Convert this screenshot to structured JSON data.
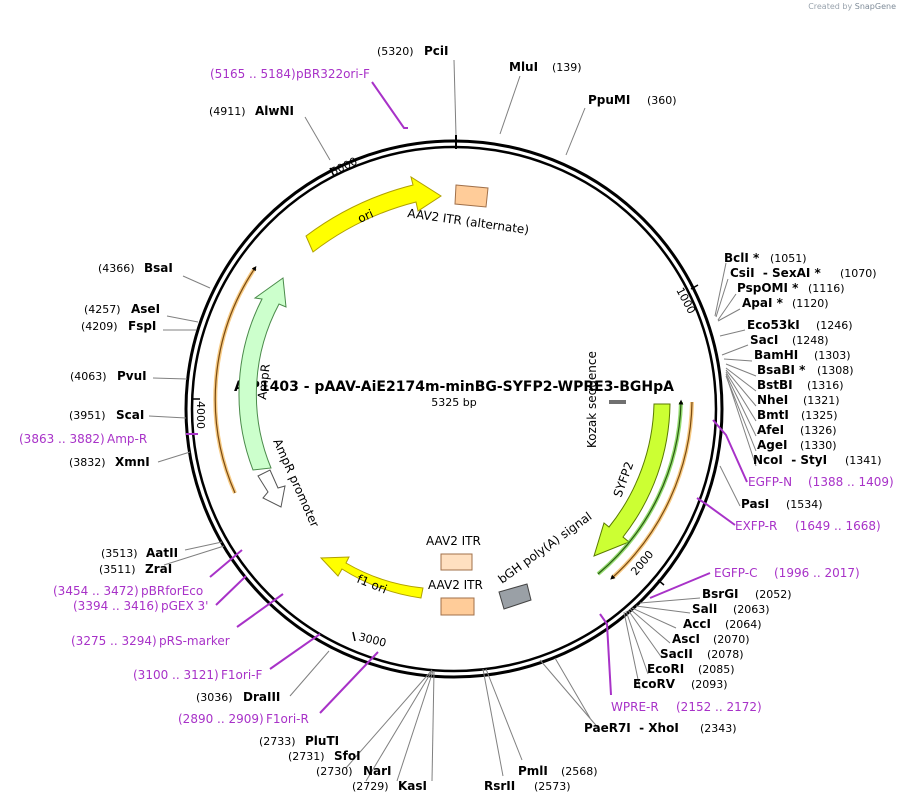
{
  "credit": {
    "prefix": "Created by",
    "brand": "SnapGene"
  },
  "plasmid": {
    "name": "AiP1403 - pAAV-AiE2174m-minBG-SYFP2-WPRE3-BGHpA",
    "length_label": "5325 bp"
  },
  "ticks": [
    "1000",
    "2000",
    "3000",
    "4000",
    "5000"
  ],
  "features": [
    {
      "label": "ori",
      "color": "#ffff00"
    },
    {
      "label": "AAV2 ITR (alternate)",
      "color": "#ffcc99"
    },
    {
      "label": "AmpR",
      "color": "#ccffcc"
    },
    {
      "label": "AmpR promoter",
      "color": "#ffffff"
    },
    {
      "label": "Kozak sequence",
      "color": "#808080"
    },
    {
      "label": "SYFP2",
      "color": "#ccff33"
    },
    {
      "label": "bGH poly(A) signal",
      "color": "#999999"
    },
    {
      "label": "AAV2 ITR",
      "color": "#ffcc99"
    },
    {
      "label": "AAV2 ITR",
      "color": "#ffe0c0"
    },
    {
      "label": "f1 ori",
      "color": "#ffff00"
    }
  ],
  "sites_left": [
    {
      "name": "PciI",
      "pos": "(5320)"
    },
    {
      "name": "AlwNI",
      "pos": "(4911)"
    },
    {
      "name": "BsaI",
      "pos": "(4366)"
    },
    {
      "name": "AseI",
      "pos": "(4257)"
    },
    {
      "name": "FspI",
      "pos": "(4209)"
    },
    {
      "name": "PvuI",
      "pos": "(4063)"
    },
    {
      "name": "ScaI",
      "pos": "(3951)"
    },
    {
      "name": "XmnI",
      "pos": "(3832)"
    },
    {
      "name": "AatII",
      "pos": "(3513)"
    },
    {
      "name": "ZraI",
      "pos": "(3511)"
    },
    {
      "name": "DraIII",
      "pos": "(3036)"
    },
    {
      "name": "PluTI",
      "pos": "(2733)"
    },
    {
      "name": "SfoI",
      "pos": "(2731)"
    },
    {
      "name": "NarI",
      "pos": "(2730)"
    },
    {
      "name": "KasI",
      "pos": "(2729)"
    }
  ],
  "sites_right": [
    {
      "name": "MluI",
      "pos": "(139)"
    },
    {
      "name": "PpuMI",
      "pos": "(360)"
    },
    {
      "name": "BclI *",
      "pos": "(1051)"
    },
    {
      "name": "CsiI  - SexAI *",
      "pos": "(1070)"
    },
    {
      "name": "PspOMI *",
      "pos": "(1116)"
    },
    {
      "name": "ApaI *",
      "pos": "(1120)"
    },
    {
      "name": "Eco53kI",
      "pos": "(1246)"
    },
    {
      "name": "SacI",
      "pos": "(1248)"
    },
    {
      "name": "BamHI",
      "pos": "(1303)"
    },
    {
      "name": "BsaBI *",
      "pos": "(1308)"
    },
    {
      "name": "BstBI",
      "pos": "(1316)"
    },
    {
      "name": "NheI",
      "pos": "(1321)"
    },
    {
      "name": "BmtI",
      "pos": "(1325)"
    },
    {
      "name": "AfeI",
      "pos": "(1326)"
    },
    {
      "name": "AgeI",
      "pos": "(1330)"
    },
    {
      "name": "NcoI  - StyI",
      "pos": "(1341)"
    },
    {
      "name": "PasI",
      "pos": "(1534)"
    },
    {
      "name": "BsrGI",
      "pos": "(2052)"
    },
    {
      "name": "SalI",
      "pos": "(2063)"
    },
    {
      "name": "AccI",
      "pos": "(2064)"
    },
    {
      "name": "AscI",
      "pos": "(2070)"
    },
    {
      "name": "SacII",
      "pos": "(2078)"
    },
    {
      "name": "EcoRI",
      "pos": "(2085)"
    },
    {
      "name": "EcoRV",
      "pos": "(2093)"
    },
    {
      "name": "PaeR7I  - XhoI",
      "pos": "(2343)"
    },
    {
      "name": "PmlI",
      "pos": "(2568)"
    },
    {
      "name": "RsrII",
      "pos": "(2573)"
    }
  ],
  "primers": [
    {
      "range": "(5165 .. 5184)",
      "name": "pBR322ori-F"
    },
    {
      "range": "(3863 .. 3882)",
      "name": "Amp-R"
    },
    {
      "range": "(3454 .. 3472)",
      "name": "pBRforEco"
    },
    {
      "range": "(3394 .. 3416)",
      "name": "pGEX 3'"
    },
    {
      "range": "(3275 .. 3294)",
      "name": "pRS-marker"
    },
    {
      "range": "(3100 .. 3121)",
      "name": "F1ori-F"
    },
    {
      "range": "(2890 .. 2909)",
      "name": "F1ori-R"
    },
    {
      "range": "(1388 .. 1409)",
      "name": "EGFP-N"
    },
    {
      "range": "(1649 .. 1668)",
      "name": "EXFP-R"
    },
    {
      "range": "(1996 .. 2017)",
      "name": "EGFP-C"
    },
    {
      "range": "(2152 .. 2172)",
      "name": "WPRE-R"
    }
  ],
  "colors": {
    "primer": "#a832c8",
    "backbone": "#000000",
    "leader": "#808080",
    "orf_outline": "#f0a020"
  }
}
